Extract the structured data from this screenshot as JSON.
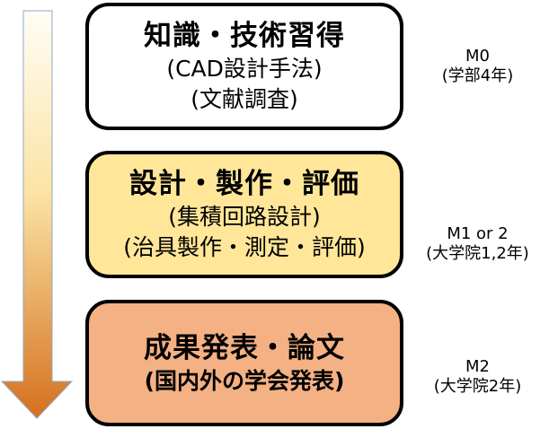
{
  "stages": [
    {
      "title": "知識・技術習得",
      "lines": [
        "(CAD設計手法)",
        "(文献調査)"
      ],
      "fill": "#ffffff",
      "period": [
        "M0",
        "(学部4年)"
      ]
    },
    {
      "title": "設計・製作・評価",
      "lines": [
        "(集積回路設計)",
        "(治具製作・測定・評価)"
      ],
      "fill": "#ffe699",
      "period": [
        "M1 or 2",
        "(大学院1,2年)"
      ]
    },
    {
      "title": "成果発表・論文",
      "lines": [
        "(国内外の学会発表)"
      ],
      "fill": "#f4b183",
      "period": [
        "M2",
        "(大学院2年)"
      ]
    }
  ],
  "colors": {
    "arrow_top": "#fffdf5",
    "arrow_middle": "#fbe3a3",
    "arrow_bottom": "#d5701e",
    "arrow_outline": "#8ea9c9",
    "box_border": "#000000"
  },
  "icons": {
    "flow_arrow": "down-arrow-icon"
  }
}
